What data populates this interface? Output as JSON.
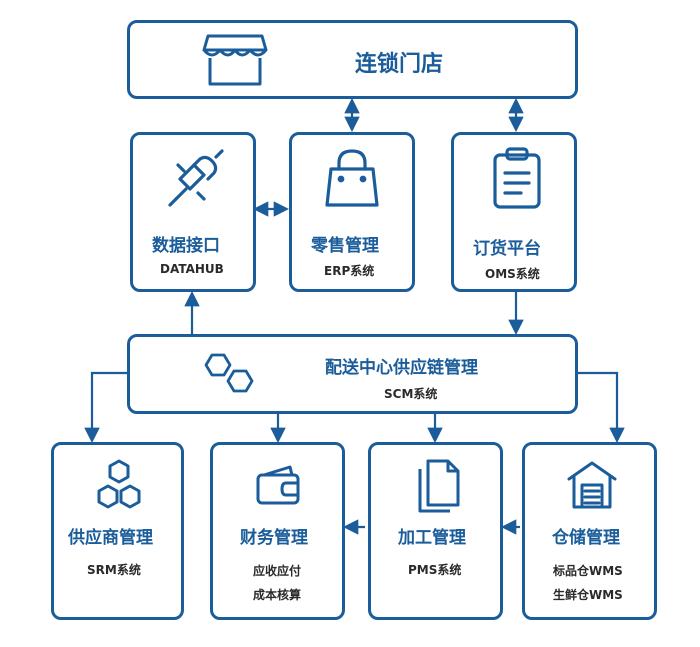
{
  "colors": {
    "primary": "#1a5d9a",
    "text_dark": "#2a2a2a",
    "background": "#ffffff"
  },
  "top": {
    "title": "连锁门店",
    "icon": "storefront-icon"
  },
  "data_interface": {
    "title": "数据接口",
    "sub": "DATAHUB",
    "icon": "plug-icon"
  },
  "retail": {
    "title": "零售管理",
    "sub": "ERP系统",
    "icon": "shopping-bag-icon"
  },
  "ordering": {
    "title": "订货平台",
    "sub": "OMS系统",
    "icon": "clipboard-icon"
  },
  "scm": {
    "title": "配送中心供应链管理",
    "sub": "SCM系统",
    "icon": "hexagon-link-icon"
  },
  "supplier": {
    "title": "供应商管理",
    "sub": "SRM系统",
    "icon": "hexagon-cluster-icon"
  },
  "finance": {
    "title": "财务管理",
    "line1": "应收应付",
    "line2": "成本核算",
    "icon": "wallet-icon"
  },
  "processing": {
    "title": "加工管理",
    "sub": "PMS系统",
    "icon": "documents-icon"
  },
  "warehouse": {
    "title": "仓储管理",
    "line1": "标品仓WMS",
    "line2": "生鲜仓WMS",
    "icon": "warehouse-icon"
  }
}
